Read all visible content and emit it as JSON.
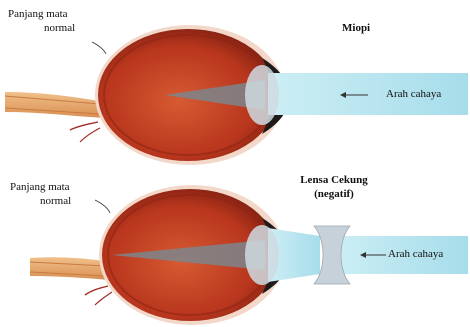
{
  "panels": [
    {
      "label_length": "Panjang mata",
      "label_length_2": "normal",
      "title": "Miopi",
      "title_2": "",
      "light_label": "Arah cahaya"
    },
    {
      "label_length": "Panjang mata",
      "label_length_2": "normal",
      "title": "Lensa Cekung",
      "title_2": "(negatif)",
      "light_label": "Arah cahaya"
    }
  ],
  "colors": {
    "eye_outer": "#b5331c",
    "eye_inner": "#c94a28",
    "light_beam": "#aee3ee",
    "focus_cone": "#7a7f86",
    "lens": "#c8d3db"
  }
}
